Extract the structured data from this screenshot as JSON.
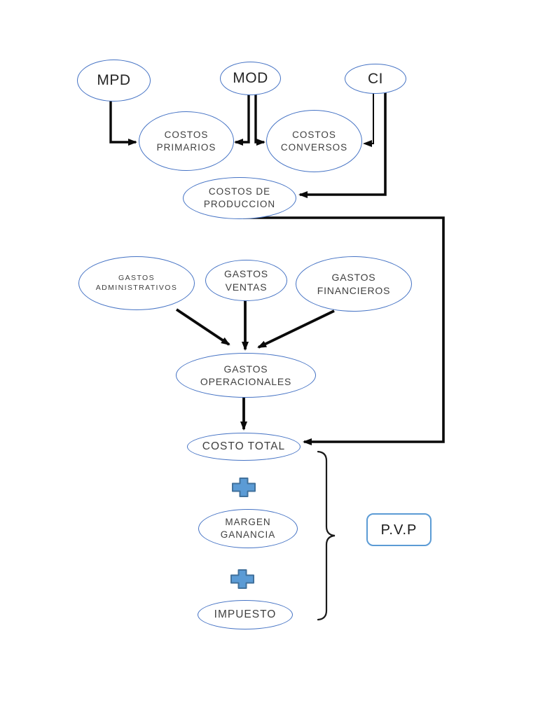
{
  "diagram": {
    "colors": {
      "node_border": "#4472C4",
      "pvp_border": "#5B9BD5",
      "plus_fill": "#5B9BD5",
      "plus_border": "#41719C",
      "connector": "#0a0a0a",
      "text": "#3f3f3f"
    },
    "nodes": {
      "mpd": {
        "label": "MPD"
      },
      "mod": {
        "label": "MOD"
      },
      "ci": {
        "label": "CI"
      },
      "costos_primarios": {
        "label": "COSTOS PRIMARIOS"
      },
      "costos_conversos": {
        "label": "COSTOS CONVERSOS"
      },
      "costos_produccion": {
        "label": "COSTOS DE PRODUCCION"
      },
      "gastos_administrativos": {
        "label": "GASTOS ADMINISTRATIVOS"
      },
      "gastos_ventas": {
        "label": "GASTOS VENTAS"
      },
      "gastos_financieros": {
        "label": "GASTOS FINANCIEROS"
      },
      "gastos_operacionales": {
        "label": "GASTOS OPERACIONALES"
      },
      "costo_total": {
        "label": "COSTO TOTAL"
      },
      "margen_ganancia": {
        "label": "MARGEN GANANCIA"
      },
      "impuesto": {
        "label": "IMPUESTO"
      },
      "pvp": {
        "label": "P.V.P"
      }
    },
    "operators": [
      {
        "symbol": "plus",
        "between": [
          "COSTO TOTAL",
          "MARGEN GANANCIA"
        ]
      },
      {
        "symbol": "plus",
        "between": [
          "MARGEN GANANCIA",
          "IMPUESTO"
        ]
      }
    ],
    "edges": [
      {
        "from": "MPD",
        "to": "COSTOS PRIMARIOS"
      },
      {
        "from": "MOD",
        "to": "COSTOS PRIMARIOS"
      },
      {
        "from": "MOD",
        "to": "COSTOS CONVERSOS"
      },
      {
        "from": "CI",
        "to": "COSTOS CONVERSOS"
      },
      {
        "from": "CI",
        "to": "COSTOS DE PRODUCCION"
      },
      {
        "from": "COSTOS DE PRODUCCION",
        "to": "COSTO TOTAL"
      },
      {
        "from": "GASTOS ADMINISTRATIVOS",
        "to": "GASTOS OPERACIONALES"
      },
      {
        "from": "GASTOS VENTAS",
        "to": "GASTOS OPERACIONALES"
      },
      {
        "from": "GASTOS FINANCIEROS",
        "to": "GASTOS OPERACIONALES"
      },
      {
        "from": "GASTOS OPERACIONALES",
        "to": "COSTO TOTAL"
      }
    ],
    "grouping": {
      "brace_items": [
        "COSTO TOTAL",
        "MARGEN GANANCIA",
        "IMPUESTO"
      ],
      "brace_points_to": "P.V.P"
    }
  }
}
